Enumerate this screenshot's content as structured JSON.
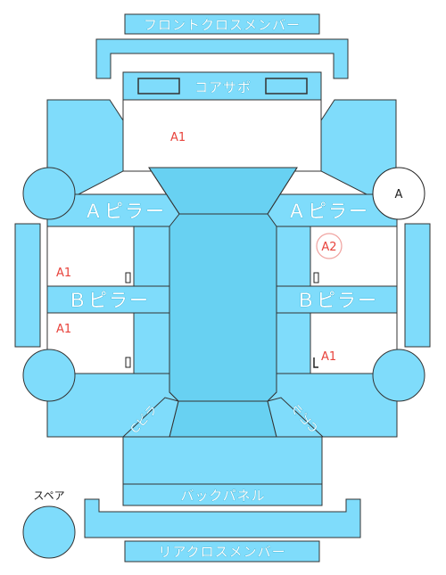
{
  "labels": {
    "front_cross_member": "フロントクロスメンバー",
    "core_support": "コアサポ",
    "a_pillar_left": "Ａピラー",
    "a_pillar_right": "Ａピラー",
    "b_pillar_left": "Ｂピラー",
    "b_pillar_right": "Ｂピラー",
    "back_panel": "バックパネル",
    "rear_cross_member": "リアクロスメンバー",
    "spare": "スペア",
    "c_pillar_left": "Cピラ",
    "c_pillar_right": "Cピラ"
  },
  "marks": {
    "front_area": "A1",
    "left_front_door": "A1",
    "left_rear_door": "A1",
    "right_rear_door": "A1",
    "right_front_door": "A2",
    "right_front_wheel": "A"
  },
  "colors": {
    "panel": "#7fdcfb",
    "panel_dark": "#68d1f2",
    "mark_red": "#e8433c"
  }
}
